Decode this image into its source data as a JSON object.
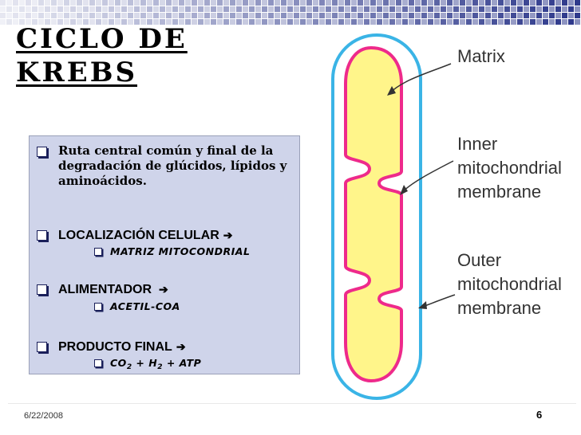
{
  "slide": {
    "title_line1": "CICLO DE",
    "title_line2": "KREBS",
    "date": "6/22/2008",
    "page_number": "6"
  },
  "bullets": {
    "intro": "Ruta central común y final de la degradación de glúcidos, lípidos y aminoácidos.",
    "localizacion": "LOCALIZACIÓN CELULAR",
    "matriz": "MATRIZ MITOCONDRIAL",
    "alimentador": "ALIMENTADOR",
    "acetil": "ACETIL-COA",
    "producto": "PRODUCTO FINAL",
    "co": "CO",
    "co_sub": "2",
    "plus1": " + ",
    "h": "H",
    "h_sub": "2",
    "atp": " + ATP"
  },
  "diagram": {
    "labels": {
      "matrix": "Matrix",
      "inner_line1": "Inner",
      "inner_line2": "mitochondrial",
      "inner_line3": "membrane",
      "outer_line1": "Outer",
      "outer_line2": "mitochondrial",
      "outer_line3": "membrane"
    }
  },
  "colors": {
    "outer_membrane": "#3ab4e6",
    "inner_membrane": "#ee2a8b",
    "matrix_fill": "#fff58a",
    "content_box": "#cfd4ea",
    "band_dark": "#2f3a8c"
  },
  "icons": {
    "bullet": "hollow-square-bullet",
    "arrow": "right-arrow-icon"
  }
}
